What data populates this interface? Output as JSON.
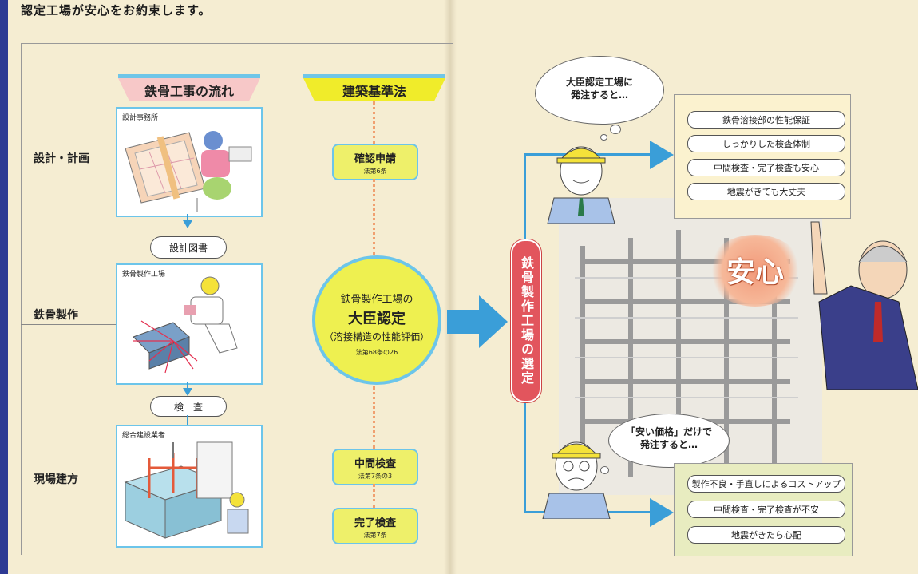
{
  "heading": "認定工場が安心をお約束します。",
  "tags": {
    "flow": "鉄骨工事の流れ",
    "law": "建築基準法"
  },
  "phases": {
    "design": "設計・計画",
    "fabrication": "鉄骨製作",
    "erection": "現場建方"
  },
  "panels": {
    "design_caption": "設計事務所",
    "fab_caption": "鉄骨製作工場",
    "site_caption": "総合建設業者"
  },
  "flow_pills": {
    "drawings": "設計図書",
    "inspection": "検　査"
  },
  "law_items": {
    "confirm": {
      "title": "確認申請",
      "article": "法第6条"
    },
    "interim": {
      "title": "中間検査",
      "article": "法第7条の3"
    },
    "final": {
      "title": "完了検査",
      "article": "法第7条"
    }
  },
  "certification": {
    "line1": "鉄骨製作工場の",
    "line2": "大臣認定",
    "line3": "（溶接構造の性能評価）",
    "article": "法第68条の26"
  },
  "selection_label": "鉄骨製作工場の選定",
  "bubble_certified": {
    "line1": "大臣認定工場に",
    "line2": "発注すると…"
  },
  "bubble_cheap": {
    "line1": "「安い価格」だけで",
    "line2": "発注すると…"
  },
  "benefits": [
    "鉄骨溶接部の性能保証",
    "しっかりした検査体制",
    "中間検査・完了検査も安心",
    "地震がきても大丈夫"
  ],
  "risks": [
    "製作不良・手直しによるコストアップ",
    "中間検査・完了検査が不安",
    "地震がきたら心配"
  ],
  "anshin": "安心",
  "colors": {
    "accent_blue": "#3a9ed8",
    "yellow": "#eef050",
    "pink": "#f7c8c8",
    "red": "#e2555d"
  }
}
